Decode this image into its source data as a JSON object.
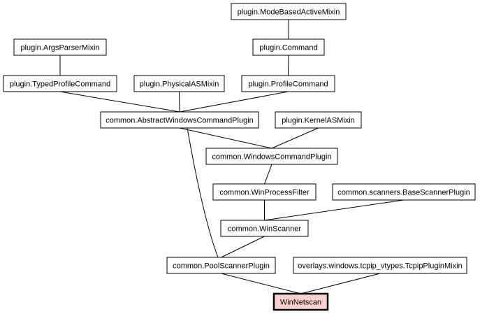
{
  "nodes": {
    "mode_based_active_mixin": "plugin.ModeBasedActiveMixin",
    "args_parser_mixin": "plugin.ArgsParserMixin",
    "command": "plugin.Command",
    "typed_profile_command": "plugin.TypedProfileCommand",
    "physical_as_mixin": "plugin.PhysicalASMixin",
    "profile_command": "plugin.ProfileCommand",
    "abstract_windows_command_plugin": "common.AbstractWindowsCommandPlugin",
    "kernel_as_mixin": "plugin.KernelASMixin",
    "windows_command_plugin": "common.WindowsCommandPlugin",
    "win_process_filter": "common.WinProcessFilter",
    "base_scanner_plugin": "common.scanners.BaseScannerPlugin",
    "win_scanner": "common.WinScanner",
    "pool_scanner_plugin": "common.PoolScannerPlugin",
    "tcpip_plugin_mixin": "overlays.windows.tcpip_vtypes.TcpipPluginMixin",
    "win_netscan": "WinNetscan"
  },
  "edges": [
    [
      "mode_based_active_mixin",
      "command"
    ],
    [
      "command",
      "profile_command"
    ],
    [
      "args_parser_mixin",
      "typed_profile_command"
    ],
    [
      "typed_profile_command",
      "abstract_windows_command_plugin"
    ],
    [
      "physical_as_mixin",
      "abstract_windows_command_plugin"
    ],
    [
      "profile_command",
      "abstract_windows_command_plugin"
    ],
    [
      "abstract_windows_command_plugin",
      "windows_command_plugin"
    ],
    [
      "kernel_as_mixin",
      "windows_command_plugin"
    ],
    [
      "abstract_windows_command_plugin",
      "pool_scanner_plugin"
    ],
    [
      "windows_command_plugin",
      "win_process_filter"
    ],
    [
      "win_process_filter",
      "win_scanner"
    ],
    [
      "base_scanner_plugin",
      "win_scanner"
    ],
    [
      "win_scanner",
      "pool_scanner_plugin"
    ],
    [
      "pool_scanner_plugin",
      "win_netscan"
    ],
    [
      "tcpip_plugin_mixin",
      "win_netscan"
    ]
  ],
  "highlighted_node": "win_netscan",
  "colors": {
    "highlight_fill": "#ffd0d0",
    "node_fill": "#ffffff",
    "stroke": "#000000"
  }
}
